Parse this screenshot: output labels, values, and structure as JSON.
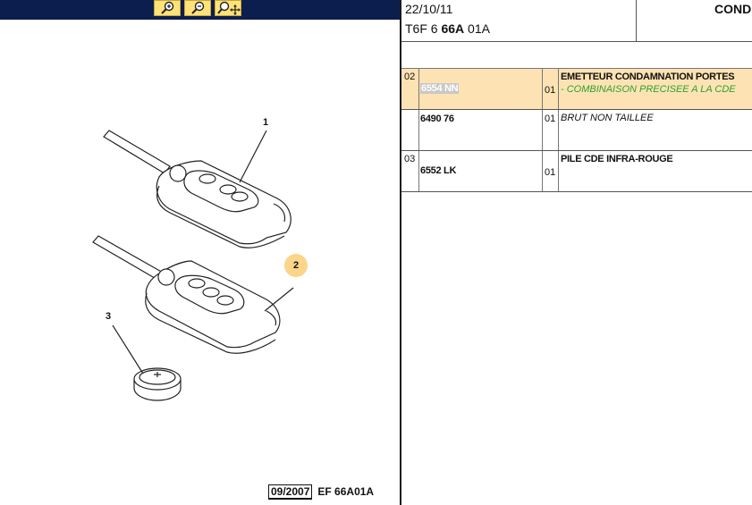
{
  "toolbar": {
    "buttons": [
      {
        "name": "zoom-in",
        "icon": "zoom-in-icon"
      },
      {
        "name": "zoom-out",
        "icon": "zoom-out-icon"
      },
      {
        "name": "zoom-move",
        "icon": "zoom-pan-icon"
      }
    ],
    "bg_color": "#0b1e4e",
    "button_color": "#ffe27a"
  },
  "header": {
    "date": "22/10/11",
    "ref_prefix": "T6F 6 ",
    "ref_bold": "66A",
    "ref_suffix": " 01A",
    "title": "COND"
  },
  "illustration": {
    "callouts": [
      "1",
      "2",
      "3"
    ],
    "highlight_color": "#fbd58a"
  },
  "parts": [
    {
      "pos": "02",
      "ref": "6554 NN",
      "qty": "01",
      "desc": "EMETTEUR CONDAMNATION PORTES",
      "note": "- COMBINAISON PRECISEE A LA CDE",
      "highlight": true
    },
    {
      "pos": "",
      "ref": "6490 76",
      "qty": "01",
      "desc": "BRUT NON TAILLEE",
      "note": "",
      "highlight": false
    },
    {
      "pos": "03",
      "ref": "6552 LK",
      "qty": "01",
      "desc": "PILE CDE INFRA-ROUGE",
      "note": "",
      "highlight": false
    }
  ],
  "row_highlight_color": "#fde3b3",
  "footer": {
    "date": "09/2007",
    "code": "EF 66A01A"
  }
}
